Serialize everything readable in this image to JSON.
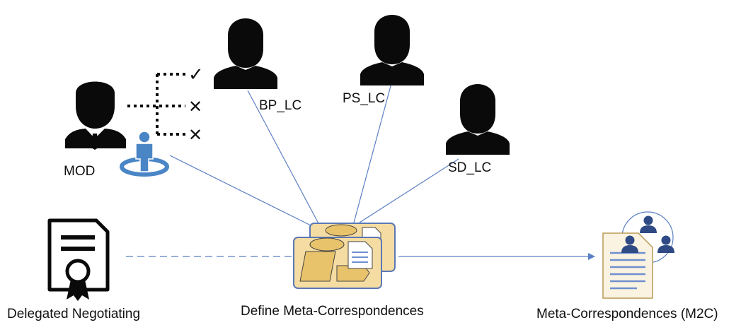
{
  "roles": {
    "mod": "MOD",
    "bp_lc": "BP_LC",
    "ps_lc": "PS_LC",
    "sd_lc": "SD_LC"
  },
  "nodes": {
    "delegated": "Delegated Negotiating",
    "define": "Define Meta-Correspondences",
    "m2c": "Meta-Correspondences (M2C)"
  },
  "decision_marks": [
    "✓",
    "✕",
    "✕"
  ],
  "colors": {
    "link_line": "#5b7fc4",
    "silhouette": "#0a0a0a",
    "person_accent": "#4a86c6",
    "doc_frame": "#5b78b5",
    "doc_fill": "#f5dca2",
    "doc_shape": "#e9c36b",
    "doc_lines": "#6f8fcf",
    "team_icon": "#2f4a85"
  },
  "icons": {
    "manager": "businessman-icon",
    "user": "user-silhouette-icon",
    "certificate": "certificate-icon",
    "model_docs": "model-documents-icon",
    "team_doc": "team-document-icon"
  }
}
